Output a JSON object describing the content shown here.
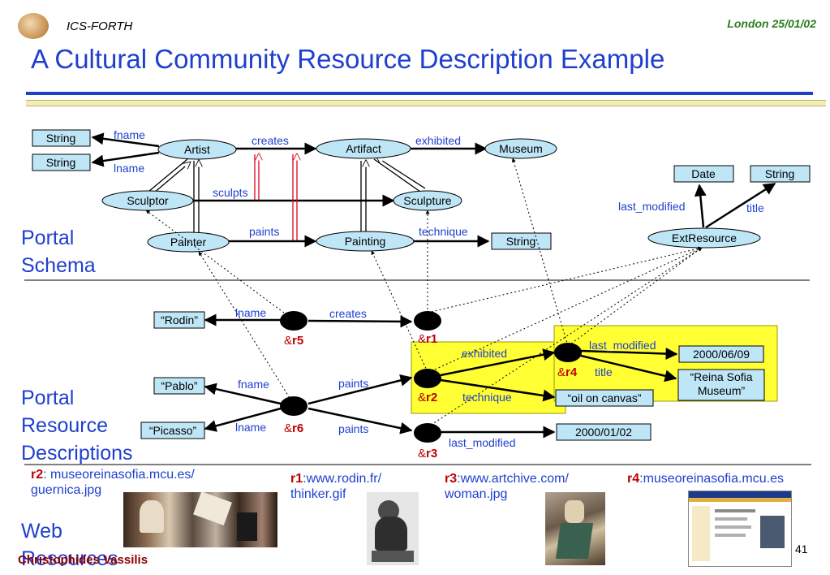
{
  "header": {
    "org": "ICS-FORTH",
    "date": "London 25/01/02"
  },
  "slide": {
    "title": "A Cultural Community Resource Description Example",
    "page_number": "41",
    "author": "Christophides Vassilis"
  },
  "sections": {
    "schema": [
      "Portal",
      "Schema"
    ],
    "descriptions": [
      "Portal",
      "Resource",
      "Descriptions"
    ],
    "web": [
      "Web",
      "Resources"
    ]
  },
  "schema": {
    "classes": {
      "artist": "Artist",
      "artifact": "Artifact",
      "museum": "Museum",
      "sculptor": "Sculptor",
      "sculpture": "Sculpture",
      "painter": "Painter",
      "painting": "Painting",
      "extresource": "ExtResource"
    },
    "literals": {
      "string1": "String",
      "string2": "String",
      "string3": "String",
      "date": "Date",
      "string4": "String"
    },
    "properties": {
      "fname": "fname",
      "lname": "lname",
      "creates": "creates",
      "exhibited": "exhibited",
      "sculpts": "sculpts",
      "paints": "paints",
      "technique": "technique",
      "last_modified": "last_modified",
      "title": "title"
    }
  },
  "descriptions": {
    "literals": {
      "rodin": "“Rodin”",
      "pablo": "“Pablo”",
      "picasso": "“Picasso”",
      "date1": "2000/06/09",
      "museum_name": "“Reina Sofia Museum”",
      "technique": "“oil on canvas”",
      "date2": "2000/01/02"
    },
    "resources": {
      "r1": "r1",
      "r2": "r2",
      "r3": "r3",
      "r4": "r4",
      "r5": "r5",
      "r6": "r6"
    },
    "properties": {
      "lname1": "lname",
      "creates": "creates",
      "exhibited": "exhibited",
      "last_modified1": "last_modified",
      "title": "title",
      "fname": "fname",
      "paints1": "paints",
      "technique": "technique",
      "lname2": "lname",
      "paints2": "paints",
      "last_modified2": "last_modified"
    }
  },
  "web_resources": [
    {
      "id": "r2",
      "url": ": museoreinasofia.mcu.es/ guernica.jpg"
    },
    {
      "id": "r1",
      "url": ":www.rodin.fr/ thinker.gif"
    },
    {
      "id": "r3",
      "url": ":www.artchive.com/ woman.jpg"
    },
    {
      "id": "r4",
      "url": ":museoreinasofia.mcu.es"
    }
  ],
  "colors": {
    "accent": "#1f3fcf",
    "node_fill": "#bfe6f7",
    "highlight": "#ffff33",
    "resource_red": "#c00000"
  }
}
